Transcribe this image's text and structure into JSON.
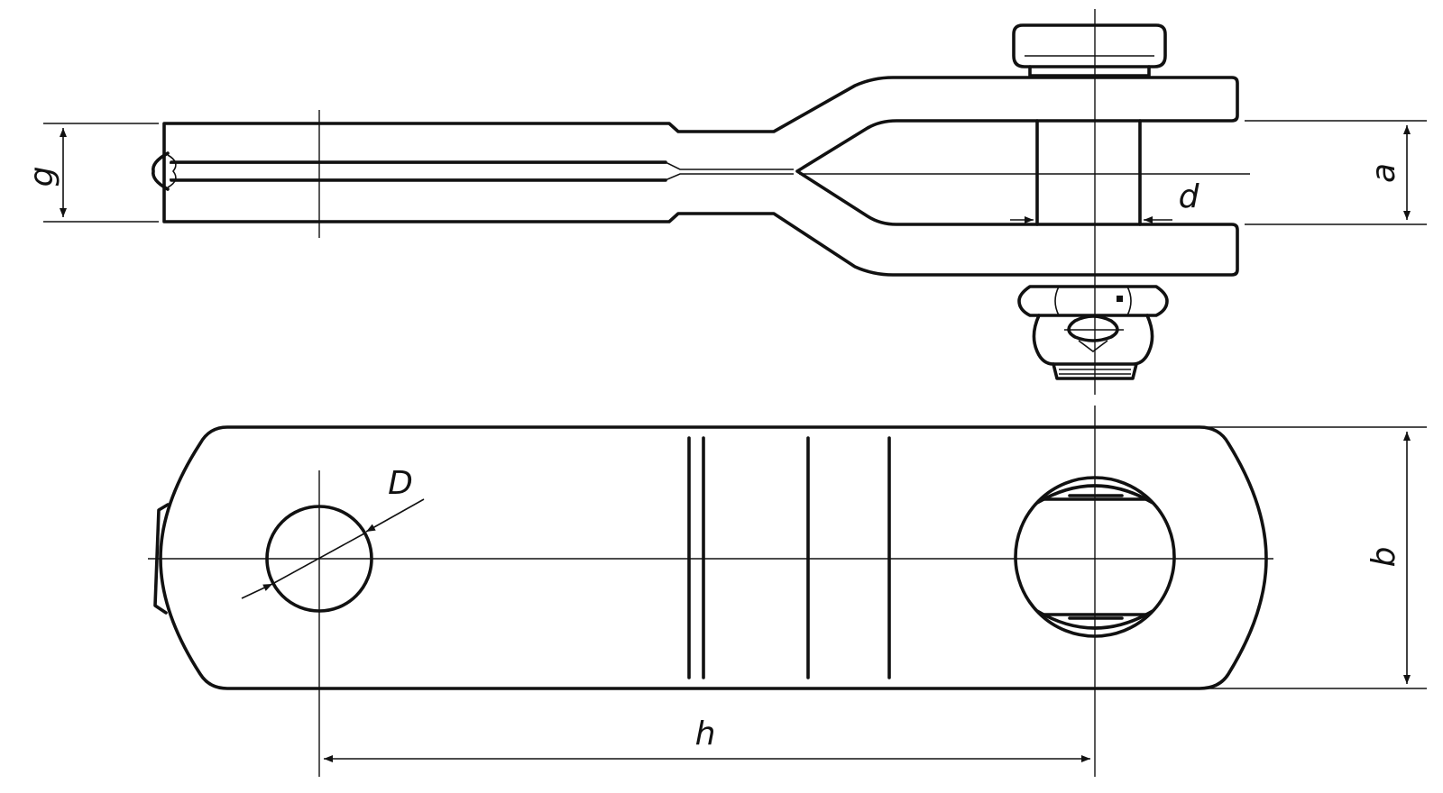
{
  "dimensions": {
    "g": "g",
    "a": "a",
    "d": "d",
    "D": "D",
    "b": "b",
    "h": "h"
  },
  "colors": {
    "ink": "#111111",
    "paper": "#ffffff"
  }
}
